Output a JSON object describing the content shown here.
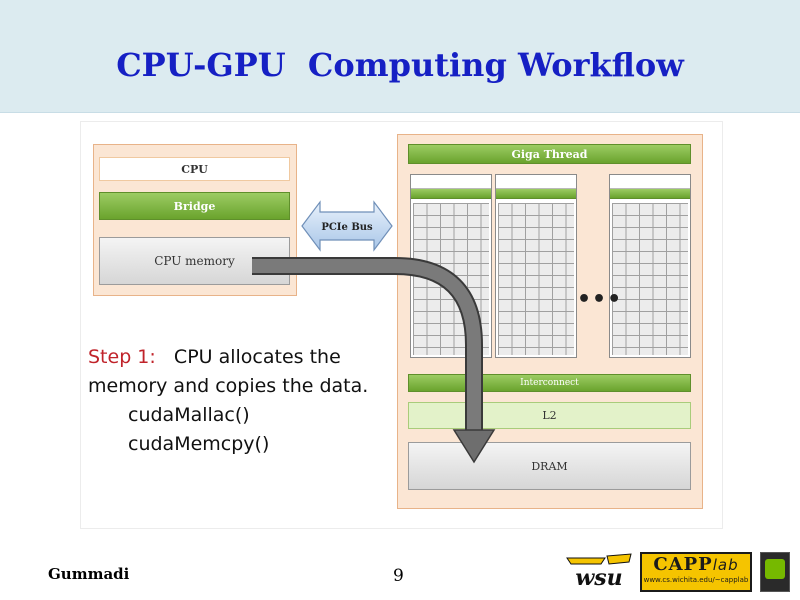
{
  "header": {
    "title": "CPU-GPU  Computing Workflow"
  },
  "diagram": {
    "cpu_label": "CPU",
    "bridge_label": "Bridge",
    "cpu_memory_label": "CPU memory",
    "pcie_label": "PCIe Bus",
    "giga_thread_label": "Giga Thread",
    "interconnect_label": "Interconnect",
    "l2_label": "L2",
    "dram_label": "DRAM",
    "ellipsis": "•••"
  },
  "step": {
    "label": "Step 1:",
    "text": "CPU allocates the memory and copies the data.",
    "code_lines": [
      "cudaMallac()",
      "cudaMemcpy()"
    ]
  },
  "footer": {
    "author": "Gummadi",
    "page_number": "9",
    "logos": {
      "wsu": "wsu",
      "capp_main": "CAPP",
      "capp_italic": "lab",
      "capp_url": "www.cs.wichita.edu/~capplab"
    }
  },
  "colors": {
    "title": "#1620c4",
    "step_label": "#c0232a",
    "green_bar": "#6aa32d",
    "panel_fill": "#fbe6d4",
    "arrow": "#6e6e6e"
  }
}
